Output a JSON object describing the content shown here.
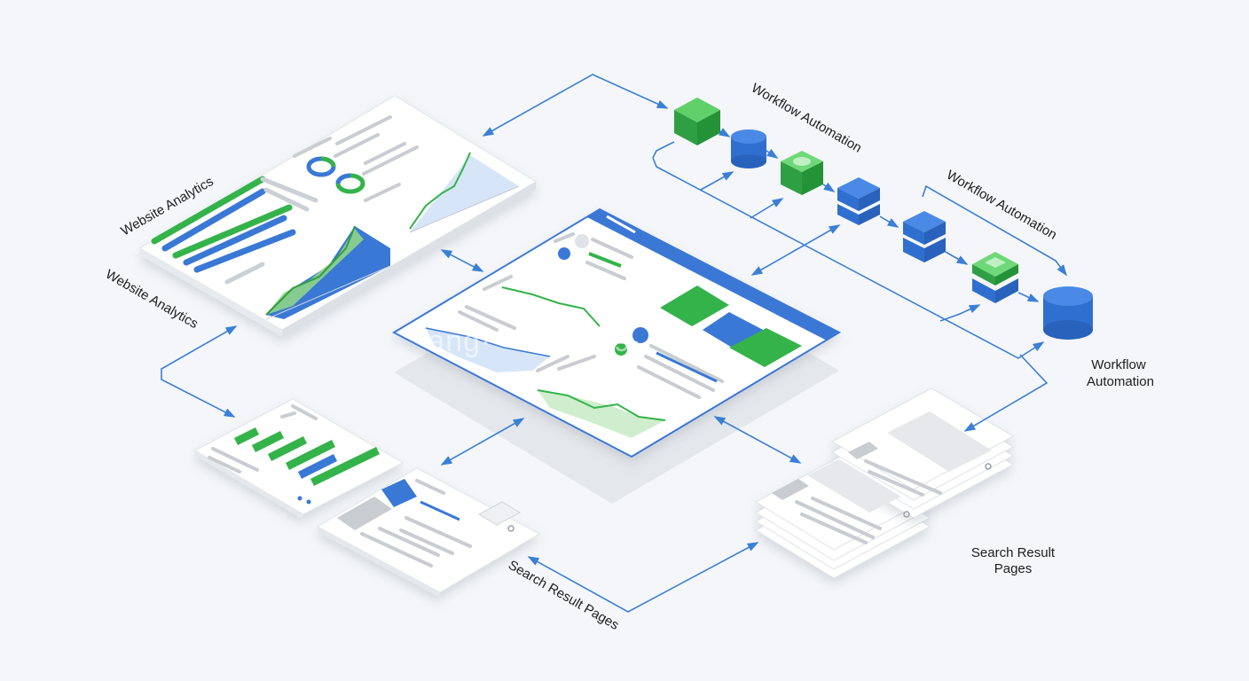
{
  "labels": {
    "analytics_top": "Website Analytics",
    "analytics_left": "Website Analytics",
    "workflow_top": "Workflow Automation",
    "workflow_mid": "Workflow Automation",
    "workflow_right_line1": "Workflow",
    "workflow_right_line2": "Automation",
    "search_bottom": "Search Result Pages",
    "search_right_line1": "Search Result",
    "search_right_line2": "Pages"
  },
  "watermark": "·ang·· ·1·27.69·",
  "colors": {
    "background": "#f4f6f9",
    "card": "#ffffff",
    "accent_blue": "#3a78d6",
    "accent_green": "#34b34a",
    "connector": "#3b7fd6",
    "placeholder_gray": "#c9ccd1",
    "chart_fill_blue": "#d6e6f8",
    "chart_fill_green": "#cfeecd"
  },
  "icons": {
    "workflow_nodes": [
      "green-cube-icon",
      "blue-cylinder-icon",
      "green-cube-icon",
      "blue-stack-icon",
      "blue-stack-icon",
      "green-stack-icon",
      "blue-cylinder-icon"
    ]
  }
}
